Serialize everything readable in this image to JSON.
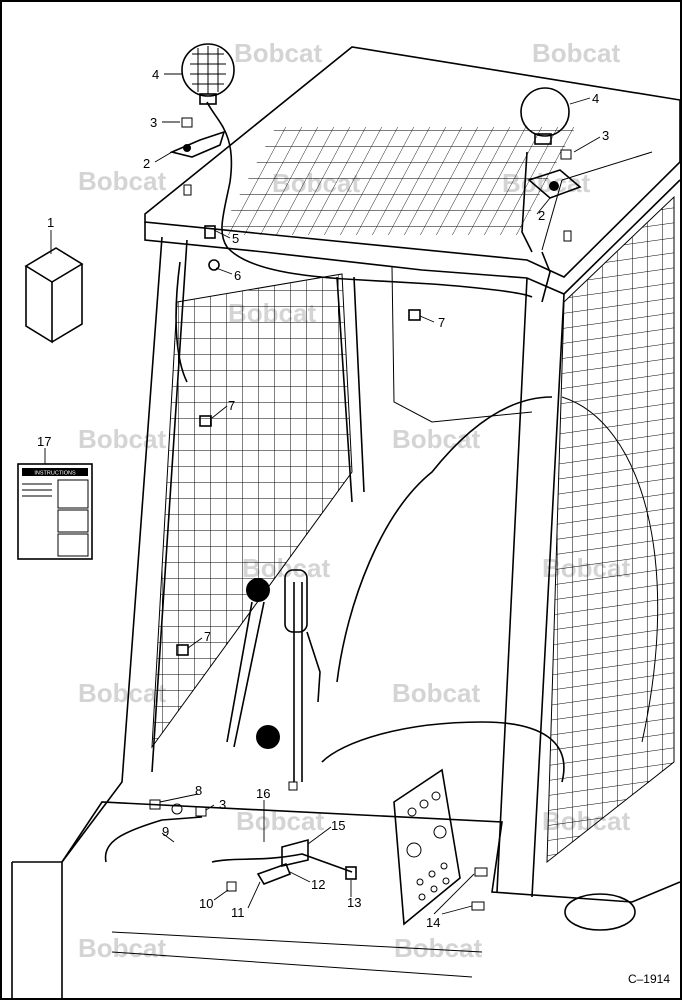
{
  "figure": {
    "code": "C–1914",
    "watermark_text": "Bobcat",
    "instructions_card_title": "INSTRUCTIONS"
  },
  "callouts": [
    {
      "id": "c4a",
      "label": "4"
    },
    {
      "id": "c3a",
      "label": "3"
    },
    {
      "id": "c2a",
      "label": "2"
    },
    {
      "id": "c1",
      "label": "1"
    },
    {
      "id": "c5",
      "label": "5"
    },
    {
      "id": "c6",
      "label": "6"
    },
    {
      "id": "c4b",
      "label": "4"
    },
    {
      "id": "c3b",
      "label": "3"
    },
    {
      "id": "c2b",
      "label": "2"
    },
    {
      "id": "c7a",
      "label": "7"
    },
    {
      "id": "c7b",
      "label": "7"
    },
    {
      "id": "c17",
      "label": "17"
    },
    {
      "id": "c7c",
      "label": "7"
    },
    {
      "id": "c8",
      "label": "8"
    },
    {
      "id": "c3c",
      "label": "3"
    },
    {
      "id": "c9",
      "label": "9"
    },
    {
      "id": "c16",
      "label": "16"
    },
    {
      "id": "c15",
      "label": "15"
    },
    {
      "id": "c12",
      "label": "12"
    },
    {
      "id": "c10",
      "label": "10"
    },
    {
      "id": "c11",
      "label": "11"
    },
    {
      "id": "c13",
      "label": "13"
    },
    {
      "id": "c14",
      "label": "14"
    }
  ],
  "colors": {
    "ink": "#000000",
    "paper": "#ffffff",
    "watermark": "#d4d4d4"
  }
}
